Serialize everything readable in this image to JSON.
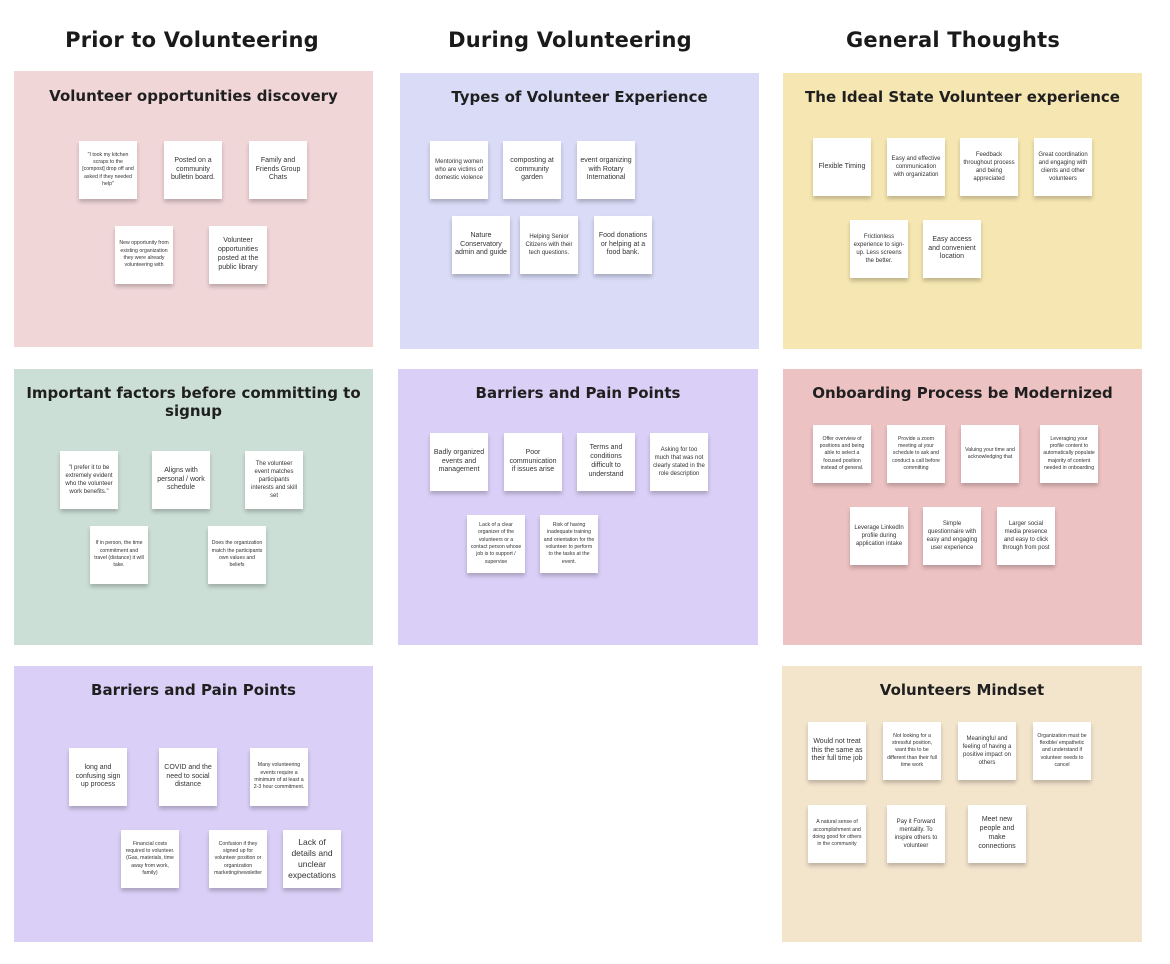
{
  "columns": [
    "Prior to Volunteering",
    "During Volunteering",
    "General Thoughts"
  ],
  "colors": {
    "pink": "#f1d6d8",
    "lavender": "#d9dbf7",
    "yellow": "#f6e6b1",
    "green": "#ccdfd6",
    "purple": "#dacff6",
    "rose": "#edc2c3",
    "beige": "#f3e4cc"
  },
  "frames": {
    "discovery": {
      "title": "Volunteer opportunities discovery",
      "notes": [
        "\"I took my kitchen scraps to the [compost] drop off and asked if they needed help\"",
        "Posted on a community bulletin board.",
        "Family and Friends Group Chats",
        "New opportunity from existing organization they were already volunteering with",
        "Volunteer opportunities posted at the public library"
      ]
    },
    "types": {
      "title": "Types of Volunteer Experience",
      "notes": [
        "Mentoring women who are victims of domestic violence",
        "composting at community garden",
        "event organizing with Rotary International",
        "Nature Conservatory admin and guide",
        "Helping Senior Citizens with their tech questions.",
        "Food donations or helping at a food bank."
      ]
    },
    "ideal": {
      "title": "The Ideal State Volunteer experience",
      "notes": [
        "Flexible Timing",
        "Easy and effective communication with organization",
        "Feedback throughout process and being appreciated",
        "Great coordination and engaging with clients and other volunteers",
        "Frictionless experience to sign-up. Less screens the better.",
        "Easy access and convenient location"
      ]
    },
    "factors": {
      "title": "Important factors before committing to signup",
      "notes": [
        "\"I prefer it to be extremely evident who the volunteer work benefits.\"",
        "Aligns with personal / work schedule",
        "The volunteer event matches participants interests and skill set",
        "If in person, the time commitment and travel (distance) it will take.",
        "Does the organization match the participants own values and beliefs"
      ]
    },
    "barriers_during": {
      "title": "Barriers and Pain Points",
      "notes": [
        "Badly organized events and management",
        "Poor communication if issues arise",
        "Terms and conditions difficult to understand",
        "Asking for too much that was not clearly stated in the role description",
        "Lack of a clear organizer of the volunteers or a contact person whose job is to support / supervise",
        "Risk of having inadequate training and orientation for the volunteer to perform to the tasks at the event."
      ]
    },
    "onboarding": {
      "title": "Onboarding Process be Modernized",
      "notes": [
        "Offer overview of positions and being able to select a focused position instead of general.",
        "Provide a zoom meeting at your schedule to ask and conduct a call before committing",
        "Valuing your time and acknowledging that",
        "Leveraging your profile content to automatically populate majority of content needed in onboarding",
        "Leverage LinkedIn profile during application intake",
        "Simple questionnaire with easy and engaging user experience",
        "Larger social media presence and easy to click through from post"
      ]
    },
    "barriers_prior": {
      "title": "Barriers and Pain Points",
      "notes": [
        "long and confusing sign up process",
        "COVID and the need to social distance",
        "Many volunteering events require a minimum of at least a 2-3 hour commitment.",
        "Financial costs required to volunteer. (Gas, materials, time away from work, family)",
        "Confusion if they signed up for volunteer position or organization marketing/newsletter",
        "Lack of details and unclear expectations"
      ]
    },
    "mindset": {
      "title": "Volunteers Mindset",
      "notes": [
        "Would not treat this the same as their full time job",
        "Not looking for a stressful position, want this to be different than their full time work",
        "Meaningful and feeling of having a positive impact on others",
        "Organization must be flexible/ empathetic and understand if volunteer needs to cancel",
        "A natural sense of accomplishment and doing good for others in the community",
        "Pay it Forward mentality. To inspire others to volunteer",
        "Meet new people and make connections"
      ]
    }
  }
}
